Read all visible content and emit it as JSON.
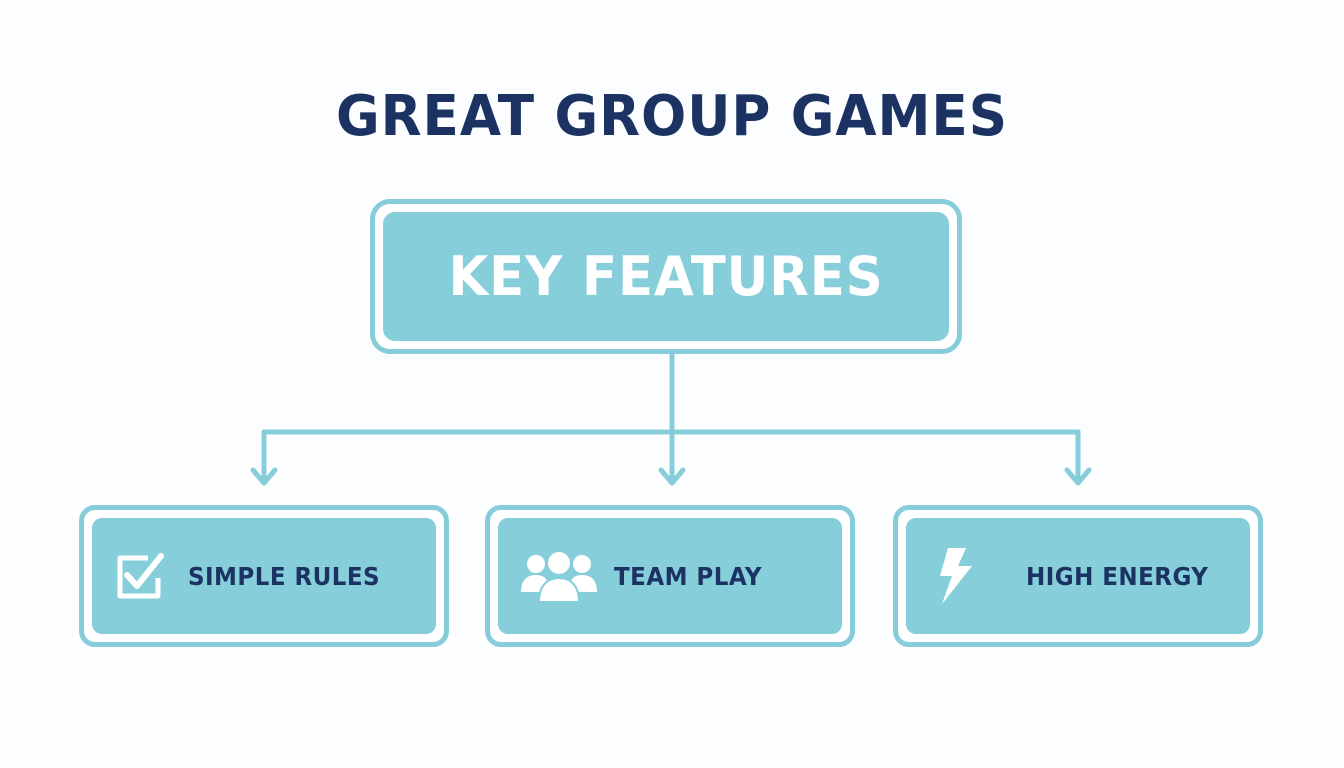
{
  "title": "GREAT GROUP GAMES",
  "root": {
    "label": "KEY FEATURES"
  },
  "children": [
    {
      "label": "SIMPLE RULES",
      "icon": "checkbox-icon"
    },
    {
      "label": "TEAM PLAY",
      "icon": "group-people-icon"
    },
    {
      "label": "HIGH ENERGY",
      "icon": "lightning-bolt-icon"
    }
  ],
  "colors": {
    "title": "#1b3263",
    "box_fill": "#86ced9",
    "box_border": "#86cdd9",
    "root_text": "#ffffff",
    "child_text": "#1b3263",
    "connector": "#86cdd9",
    "background": "#fcfdfe"
  }
}
